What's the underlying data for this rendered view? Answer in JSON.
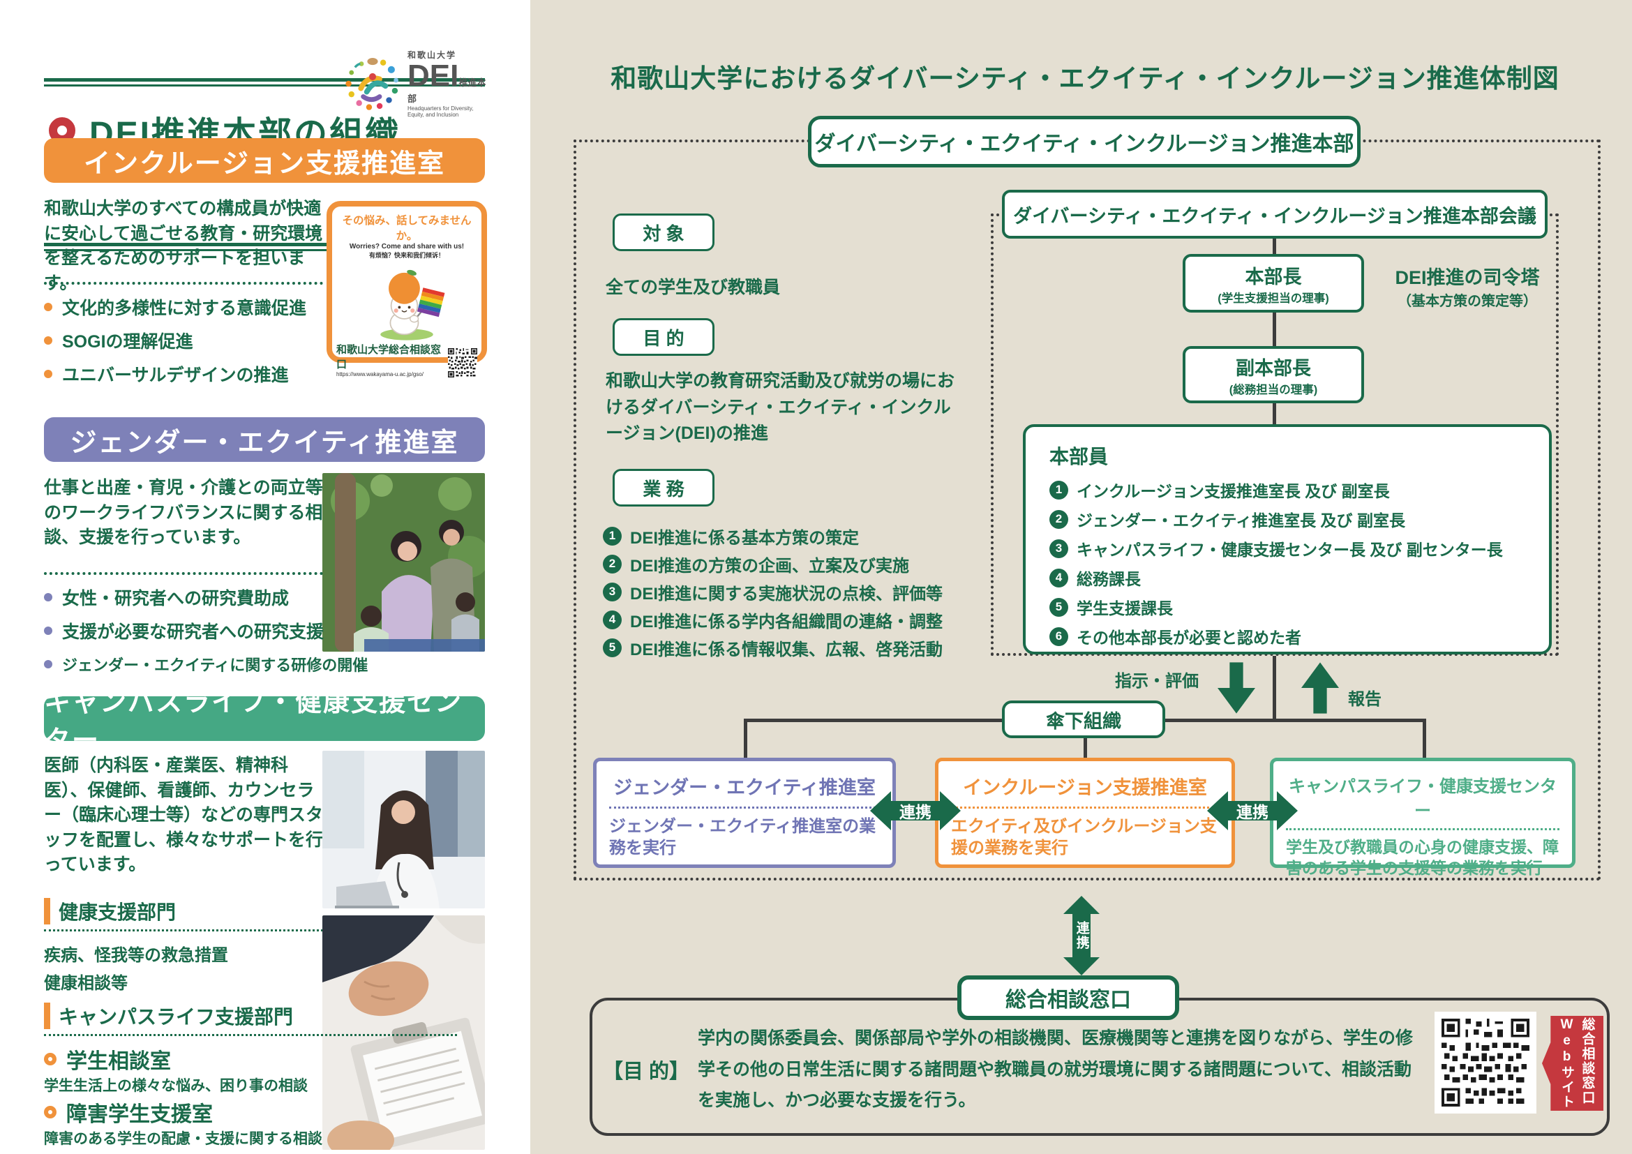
{
  "colors": {
    "accent_green": "#1a6a4a",
    "orange": "#f0923b",
    "purple": "#7e81b8",
    "teal": "#45a884",
    "red": "#c5383e",
    "beige": "#e4dfd2"
  },
  "left": {
    "title": "DEI推進本部の組織",
    "logo": {
      "university": "和歌山大学",
      "acronym": "DEI",
      "unit": "推進本部",
      "tagline": "Headquarters for Diversity, Equity, and Inclusion"
    },
    "inclusion": {
      "title": "インクルージョン支援推進室",
      "body": "和歌山大学のすべての構成員が快適に安心して過ごせる教育・研究環境を整えるためのサポートを担います。",
      "bullets": [
        "文化的多様性に対する意識促進",
        "SOGIの理解促進",
        "ユニバーサルデザインの推進"
      ],
      "card": {
        "catch": "その悩み、話してみませんか。",
        "en": "Worries? Come and share with us!",
        "cn": "有烦恼？快来和我们倾诉！",
        "org": "和歌山大学総合相談窓口",
        "url": "https://www.wakayama-u.ac.jp/gso/"
      }
    },
    "gender": {
      "title": "ジェンダー・エクイティ推進室",
      "body": "仕事と出産・育児・介護との両立等のワークライフバランスに関する相談、支援を行っています。",
      "bullets": [
        "女性・研究者への研究費助成",
        "支援が必要な研究者への研究支援",
        "ジェンダー・エクイティに関する研修の開催"
      ]
    },
    "campus": {
      "title": "キャンパスライフ・健康支援センター",
      "body": "医師（内科医・産業医、精神科医）、保健師、看護師、カウンセラー（臨床心理士等）などの専門スタッフを配置し、様々なサポートを行っています。",
      "health": {
        "title": "健康支援部門",
        "line1": "疾病、怪我等の救急措置",
        "line2": "健康相談等"
      },
      "life": {
        "title": "キャンパスライフ支援部門",
        "rooms": [
          {
            "name": "学生相談室",
            "desc": "学生生活上の様々な悩み、困り事の相談"
          },
          {
            "name": "障害学生支援室",
            "desc": "障害のある学生の配慮・支援に関する相談"
          }
        ]
      }
    }
  },
  "right": {
    "title": "和歌山大学におけるダイバーシティ・エクイティ・インクルージョン推進体制図",
    "hq": "ダイバーシティ・エクイティ・インクルージョン推進本部",
    "council": "ダイバーシティ・エクイティ・インクルージョン推進本部会議",
    "note1": "DEI推進の司令塔",
    "note2": "（基本方策の策定等）",
    "director": {
      "title": "本部長",
      "sub": "(学生支援担当の理事)"
    },
    "deputy": {
      "title": "副本部長",
      "sub": "(総務担当の理事)"
    },
    "members": {
      "title": "本部員",
      "items": [
        {
          "n": "1",
          "t": "インクルージョン支援推進室長 及び 副室長"
        },
        {
          "n": "2",
          "t": "ジェンダー・エクイティ推進室長 及び 副室長"
        },
        {
          "n": "3",
          "t": "キャンパスライフ・健康支援センター長 及び 副センター長"
        },
        {
          "n": "4",
          "t": "総務課長"
        },
        {
          "n": "5",
          "t": "学生支援課長"
        },
        {
          "n": "6",
          "t": "その他本部長が必要と認めた者"
        }
      ]
    },
    "target": {
      "label": "対 象",
      "text": "全ての学生及び教職員"
    },
    "purpose": {
      "label": "目 的",
      "text": "和歌山大学の教育研究活動及び就労の場におけるダイバーシティ・エクイティ・インクルージョン(DEI)の推進"
    },
    "duties": {
      "label": "業 務",
      "items": [
        {
          "n": "1",
          "t": "DEI推進に係る基本方策の策定"
        },
        {
          "n": "2",
          "t": "DEI推進の方策の企画、立案及び実施"
        },
        {
          "n": "3",
          "t": "DEI推進に関する実施状況の点検、評価等"
        },
        {
          "n": "4",
          "t": "DEI推進に係る学内各組織間の連絡・調整"
        },
        {
          "n": "5",
          "t": "DEI推進に係る情報収集、広報、啓発活動"
        }
      ]
    },
    "flow": {
      "down": "指示・評価",
      "up": "報告",
      "umbrella": "傘下組織",
      "link": "連携"
    },
    "orgs": [
      {
        "title": "ジェンダー・エクイティ推進室",
        "desc": "ジェンダー・エクイティ推進室の業務を実行"
      },
      {
        "title": "インクルージョン支援推進室",
        "desc": "エクイティ及びインクルージョン支援の業務を実行"
      },
      {
        "title": "キャンパスライフ・健康支援センター",
        "desc": "学生及び教職員の心身の健康支援、障害のある学生の支援等の業務を実行"
      }
    ],
    "counter": {
      "title": "総合相談窓口",
      "label": "【目 的】",
      "text": "学内の関係委員会、関係部局や学外の相談機関、医療機関等と連携を図りながら、学生の修学その他の日常生活に関する諸問題や教職員の就労環境に関する諸問題について、相談活動を実施し、かつ必要な支援を行う。"
    },
    "qrtab": {
      "l1": "総合相談窓口",
      "l2": "Webサイト"
    }
  }
}
